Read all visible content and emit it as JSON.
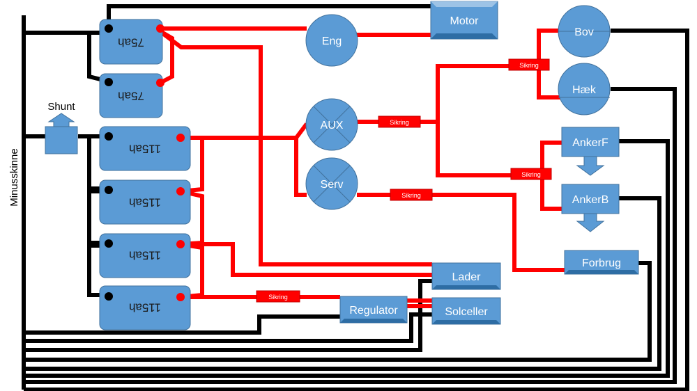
{
  "colors": {
    "component_fill": "#5b9bd5",
    "component_stroke": "#41719c",
    "positive_wire": "#ff0000",
    "negative_wire": "#000000",
    "terminal_negative": "#000000",
    "terminal_positive": "#ff0000"
  },
  "labels": {
    "bus": "Minusskinne",
    "shunt": "Shunt",
    "battery_75_1": "75ah",
    "battery_75_2": "75ah",
    "battery_115_1": "115ah",
    "battery_115_2": "115ah",
    "battery_115_3": "115ah",
    "battery_115_4": "115ah",
    "motor": "Motor",
    "eng": "Eng",
    "aux": "AUX",
    "serv": "Serv",
    "bov": "Bov",
    "haek": "Hæk",
    "ankerf": "AnkerF",
    "ankerb": "AnkerB",
    "forbrug": "Forbrug",
    "lader": "Lader",
    "regulator": "Regulator",
    "solceller": "Solceller",
    "fuse_aux": "Sikring",
    "fuse_bow": "Sikring",
    "fuse_anchor": "Sikring",
    "fuse_serv": "Sikring",
    "fuse_regulator": "Sikring"
  }
}
